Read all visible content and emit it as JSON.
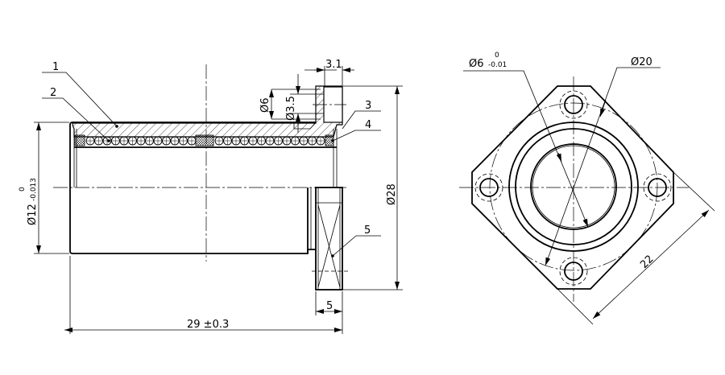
{
  "drawing": {
    "side_view": {
      "balloons": [
        "1",
        "2",
        "3",
        "4",
        "5"
      ],
      "dimensions": {
        "length": "29 ±0.3",
        "flange_thickness": "5",
        "flange_offset": "3.1",
        "outer_diameter": "Ø28",
        "bore_diameter": "Ø12",
        "bore_tol_upper": "0",
        "bore_tol_lower": "-0.013",
        "hole_counterbore": "Ø6",
        "hole_diameter": "Ø3.5"
      }
    },
    "end_view": {
      "dimensions": {
        "shaft_diameter": "Ø6",
        "shaft_tol_upper": "0",
        "shaft_tol_lower": "-0.01",
        "pcd": "Ø20",
        "flange_width": "22"
      }
    }
  }
}
